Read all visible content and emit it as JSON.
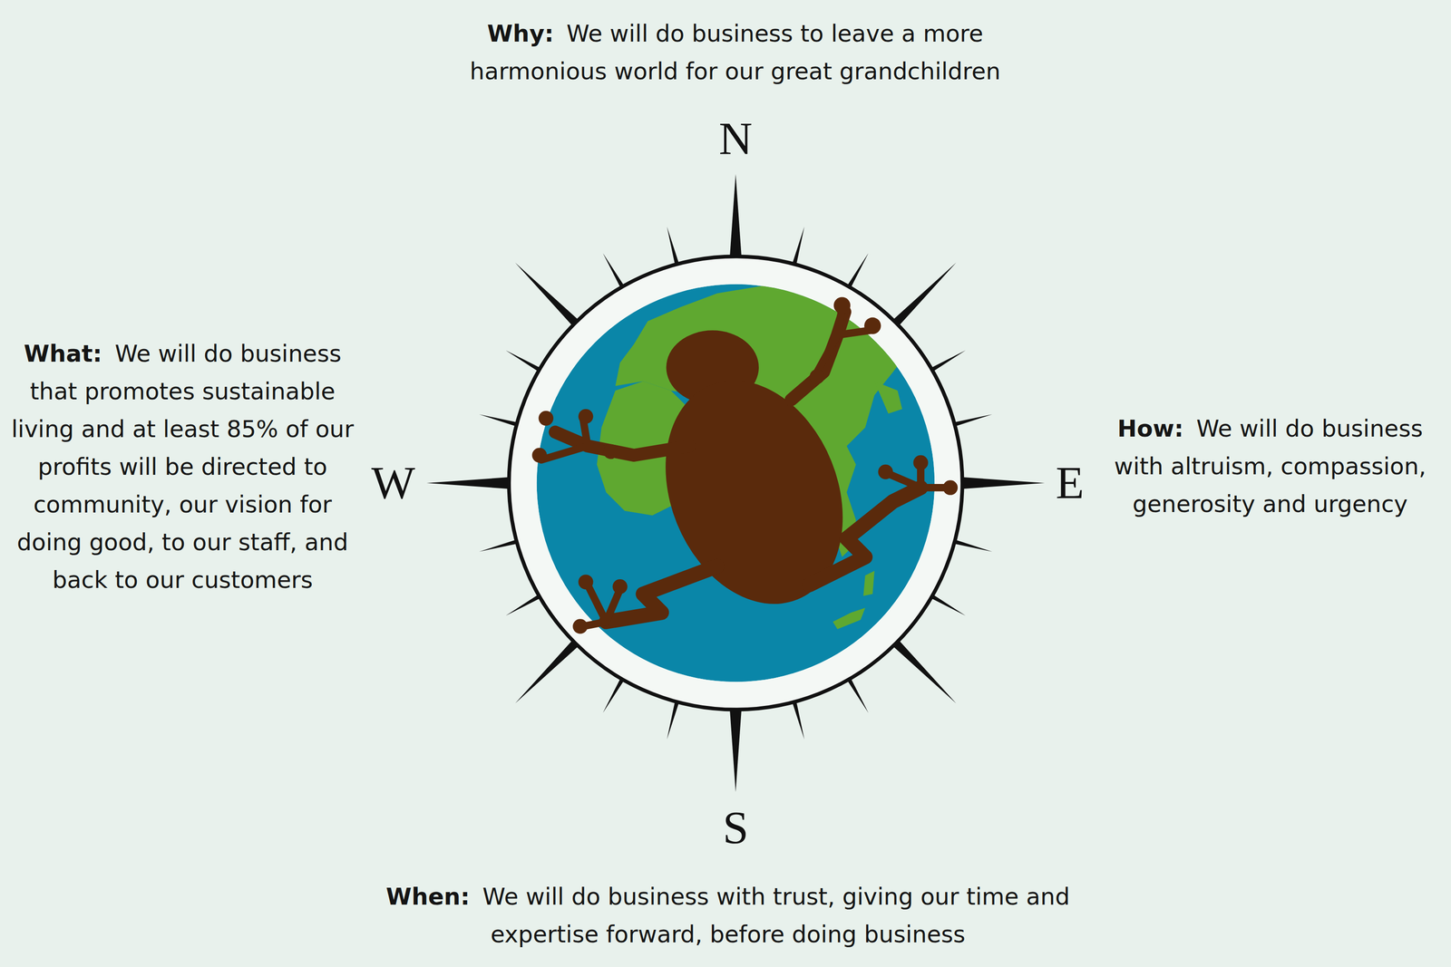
{
  "diagram": {
    "labels": [
      "Why:",
      "We will do business to leave a more harmonious world for our great grandchildren",
      "N",
      "What:",
      "We will do business that promotes sustainable living and at least 85% of our profits will be directed to community, our vision for doing good, to our staff, and back to our customers",
      "W",
      "How:",
      "We will do business with altruism, compassion, generosity and urgency",
      "E",
      "When:",
      "We will do business with trust, giving our time and expertise forward, before doing business",
      "S"
    ]
  }
}
